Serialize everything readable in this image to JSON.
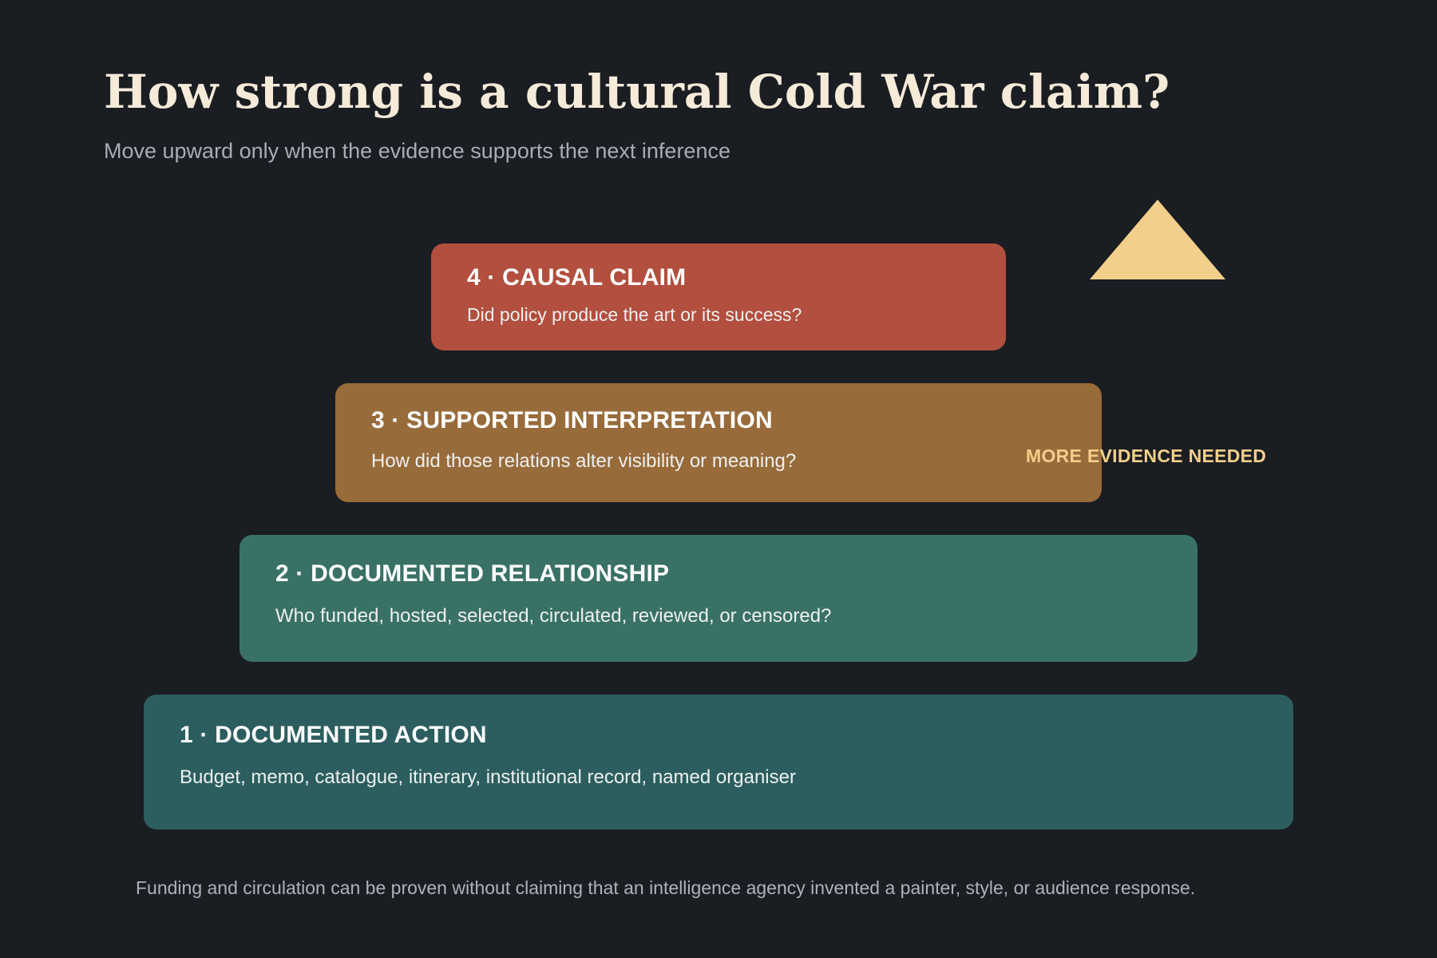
{
  "title": "How strong is a cultural Cold War claim?",
  "subtitle": "Move upward only when the evidence supports the next inference",
  "tiers": [
    {
      "level": 4,
      "heading": "4 · CAUSAL CLAIM",
      "description": "Did policy produce the art or its success?",
      "color": "#b24f3e"
    },
    {
      "level": 3,
      "heading": "3 · SUPPORTED INTERPRETATION",
      "description": "How did those relations alter visibility or meaning?",
      "color": "#986b3b"
    },
    {
      "level": 2,
      "heading": "2 · DOCUMENTED RELATIONSHIP",
      "description": "Who funded, hosted, selected, circulated, reviewed, or censored?",
      "color": "#397166"
    },
    {
      "level": 1,
      "heading": "1 · DOCUMENTED ACTION",
      "description": "Budget, memo, catalogue, itinerary, institutional record, named organiser",
      "color": "#2c5e5f"
    }
  ],
  "arrow": {
    "icon": "up-triangle-icon",
    "label": "MORE EVIDENCE NEEDED",
    "color": "#f2cf8a"
  },
  "footnote": "Funding and circulation can be proven without claiming that an intelligence agency invented a painter, style, or audience response."
}
